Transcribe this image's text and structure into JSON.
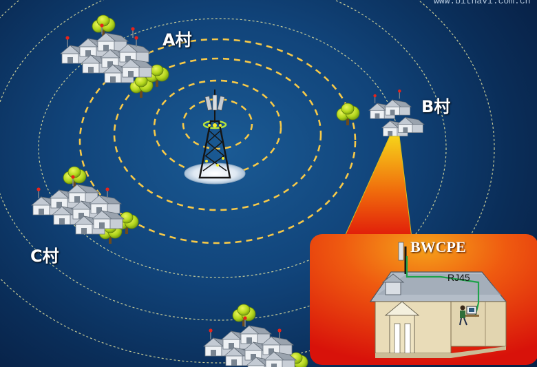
{
  "watermark": "www.bitnavi.com.cn",
  "villages": {
    "a": "A村",
    "b": "B村",
    "c": "C村"
  },
  "inset": {
    "device_label": "BWCPE",
    "cable_label": "RJ45"
  },
  "colors": {
    "background": "#11447a",
    "inner_rings": "#f7c948",
    "outer_rings": "#e8e6a0",
    "callout_top": "#f6d21a",
    "callout_bottom": "#e01a0a",
    "tree_foliage": "#b3d61c",
    "house_roof": "#aeb6c0",
    "cable": "#1ea24a"
  },
  "icons": [
    "tower-icon",
    "village-icon",
    "tree-icon",
    "antenna-icon",
    "house-icon",
    "computer-user-icon"
  ]
}
